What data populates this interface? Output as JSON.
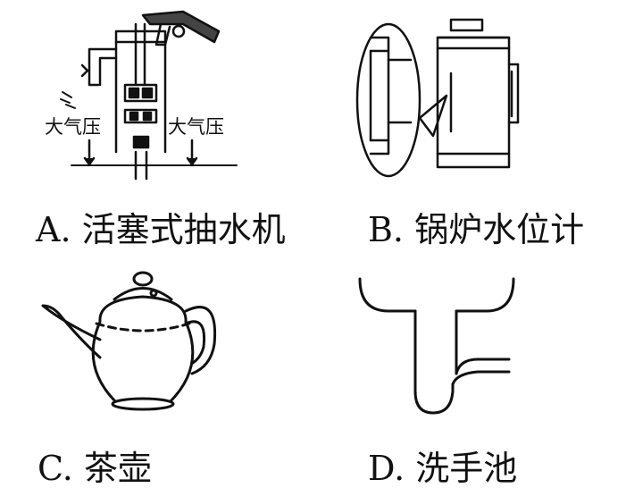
{
  "options": [
    {
      "label": "A. 活塞式抽水机",
      "icon": "piston-pump-icon",
      "annotations": [
        "大气压",
        "大气压"
      ]
    },
    {
      "label": "B. 锅炉水位计",
      "icon": "boiler-water-gauge-icon"
    },
    {
      "label": "C. 茶壶",
      "icon": "teapot-icon"
    },
    {
      "label": "D. 洗手池",
      "icon": "sink-drain-trap-icon"
    }
  ],
  "colors": {
    "ink": "#111111",
    "background": "#ffffff"
  }
}
